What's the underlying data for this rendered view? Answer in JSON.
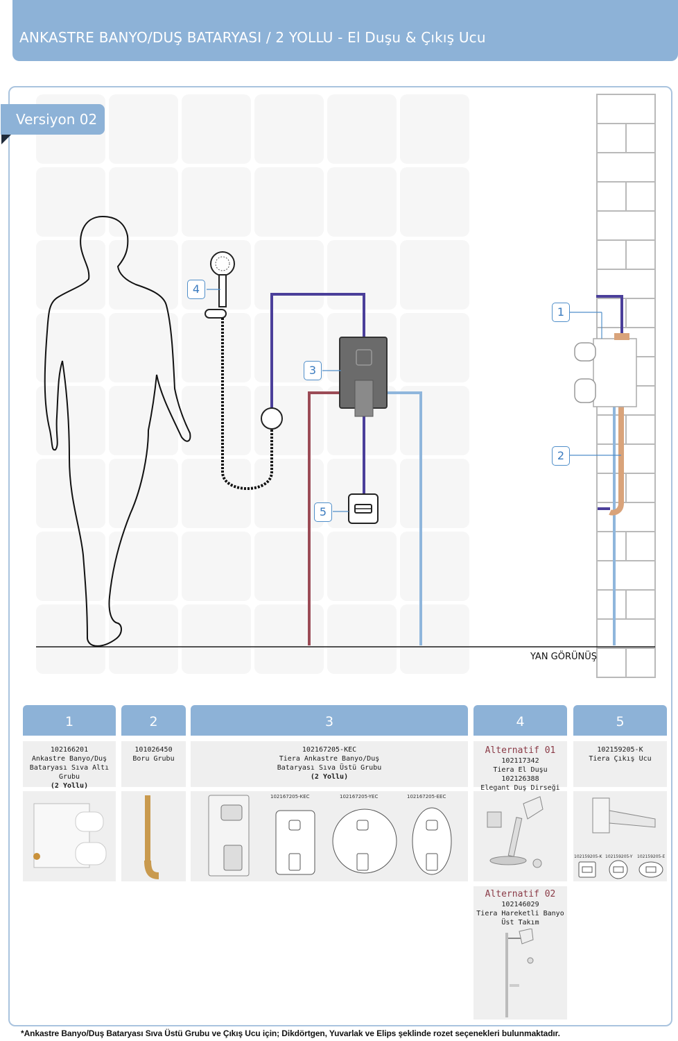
{
  "header": {
    "title": "ANKASTRE BANYO/DUŞ BATARYASI / 2 YOLLU - El Duşu & Çıkış Ucu"
  },
  "version": {
    "label": "Versiyon 02"
  },
  "diagram": {
    "callouts": [
      "1",
      "2",
      "3",
      "4",
      "5"
    ],
    "side_view_label": "YAN GÖRÜNÜŞ"
  },
  "colors": {
    "header": "#8db2d7",
    "purple_pipe": "#4b3f9a",
    "hot_pipe": "#9b4b56",
    "cold_pipe": "#8fb6dc",
    "copper": "#d9a37a",
    "alt_title": "#8a3a46"
  },
  "columns": [
    {
      "number": "1",
      "code": "102166201",
      "name": "Ankastre Banyo/Duş Bataryası Sıva Altı Grubu",
      "note": "(2 Yollu)"
    },
    {
      "number": "2",
      "code": "101026450",
      "name": "Boru Grubu"
    },
    {
      "number": "3",
      "code": "102167205-KEC",
      "name": "Tiera Ankastre Banyo/Duş Bataryası Sıva Üstü Grubu",
      "note": "(2 Yollu)",
      "variants": [
        "102167205-KEC",
        "102167205-YEC",
        "102167205-EEC"
      ]
    },
    {
      "number": "4",
      "alt1": {
        "title": "Alternatif 01",
        "code1": "102117342",
        "name1": "Tiera El Duşu",
        "code2": "102126388",
        "name2": "Elegant Duş Dirseği"
      },
      "alt2": {
        "title": "Alternatif 02",
        "code": "102146029",
        "name": "Tiera Hareketli Banyo Üst Takım"
      }
    },
    {
      "number": "5",
      "code": "102159205-K",
      "name": "Tiera Çıkış Ucu",
      "variants": [
        "102159205-K",
        "102159205-Y",
        "102159205-E"
      ]
    }
  ],
  "footnote": "*Ankastre Banyo/Duş Bataryası Sıva Üstü Grubu ve Çıkış Ucu için;  Dikdörtgen, Yuvarlak ve Elips şeklinde rozet seçenekleri bulunmaktadır."
}
